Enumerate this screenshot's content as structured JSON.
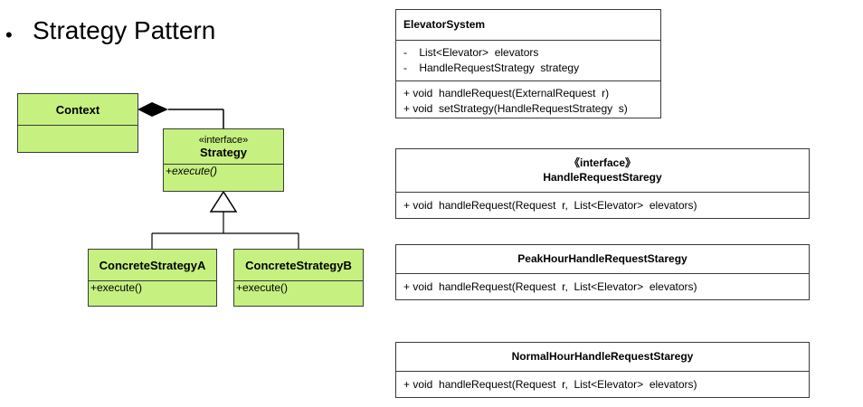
{
  "slide": {
    "bullet": "•",
    "title": "Strategy Pattern"
  },
  "pattern": {
    "context": {
      "name": "Context"
    },
    "strategy": {
      "stereotype": "«interface»",
      "name": "Strategy",
      "op": "+execute()"
    },
    "concrete_a": {
      "name": "ConcreteStrategyA",
      "op": "+execute()"
    },
    "concrete_b": {
      "name": "ConcreteStrategyB",
      "op": "+execute()"
    }
  },
  "classes": {
    "elevator_system": {
      "name": "ElevatorSystem",
      "attr1": "-    List<Elevator>  elevators",
      "attr2": "-    HandleRequestStrategy  strategy",
      "op1": "+ void  handleRequest(ExternalRequest  r)",
      "op2": "+ void  setStrategy(HandleRequestStrategy  s)"
    },
    "handle_request": {
      "stereotype": "《interface》",
      "name": "HandleRequestStaregy",
      "op": "+ void  handleRequest(Request  r,  List<Elevator>  elevators)"
    },
    "peak_hour": {
      "name": "PeakHourHandleRequestStaregy",
      "op": "+ void  handleRequest(Request  r,  List<Elevator>  elevators)"
    },
    "normal_hour": {
      "name": "NormalHourHandleRequestStaregy",
      "op": "+ void  handleRequest(Request  r,  List<Elevator>  elevators)"
    }
  },
  "colors": {
    "class_fill": "#c6f080",
    "stroke": "#3a3a3a"
  }
}
